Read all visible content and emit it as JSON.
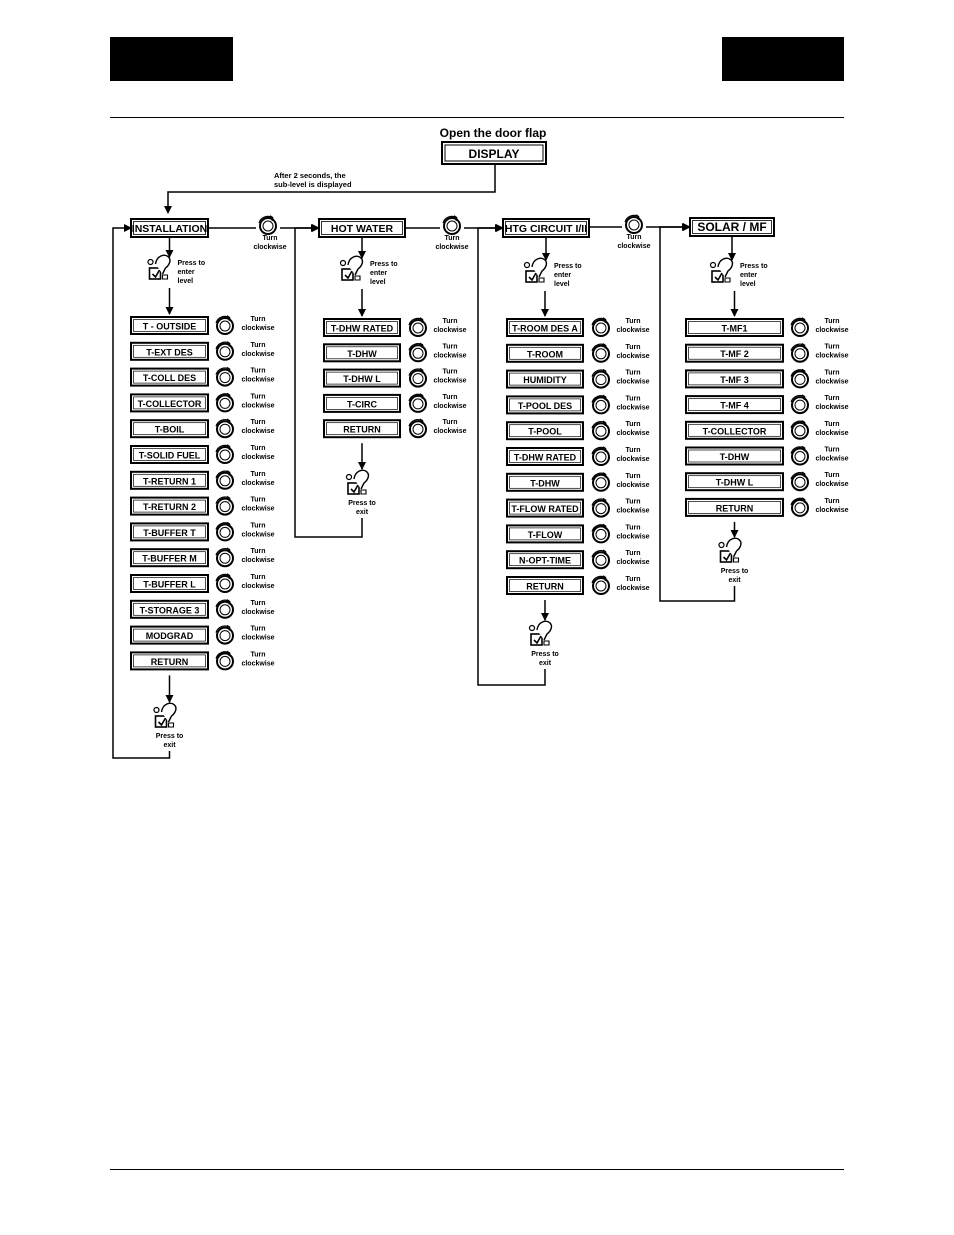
{
  "top_label": "Open the door flap",
  "display_label": "DISPLAY",
  "after_note": [
    "After 2 seconds, the",
    "sub-level is displayed"
  ],
  "turn_text": [
    "Turn",
    "clockwise"
  ],
  "enter_text": [
    "Press to",
    "enter",
    "level"
  ],
  "exit_text": [
    "Press to",
    "exit"
  ],
  "columns": [
    {
      "title": "INSTALLATION",
      "items": [
        "T - OUTSIDE",
        "T-EXT DES",
        "T-COLL DES",
        "T-COLLECTOR",
        "T-BOIL",
        "T-SOLID FUEL",
        "T-RETURN 1",
        "T-RETURN 2",
        "T-BUFFER T",
        "T-BUFFER M",
        "T-BUFFER L",
        "T-STORAGE 3",
        "MODGRAD",
        "RETURN"
      ]
    },
    {
      "title": "HOT WATER",
      "items": [
        "T-DHW RATED",
        "T-DHW",
        "T-DHW L",
        "T-CIRC",
        "RETURN"
      ]
    },
    {
      "title": "HTG CIRCUIT I/II",
      "items": [
        "T-ROOM DES A",
        "T-ROOM",
        "HUMIDITY",
        "T-POOL DES",
        "T-POOL",
        "T-DHW RATED",
        "T-DHW",
        "T-FLOW RATED",
        "T-FLOW",
        "N-OPT-TIME",
        "RETURN"
      ]
    },
    {
      "title": "SOLAR / MF",
      "items": [
        "T-MF1",
        "T-MF 2",
        "T-MF 3",
        "T-MF 4",
        "T-COLLECTOR",
        "T-DHW",
        "T-DHW L",
        "RETURN"
      ]
    }
  ]
}
